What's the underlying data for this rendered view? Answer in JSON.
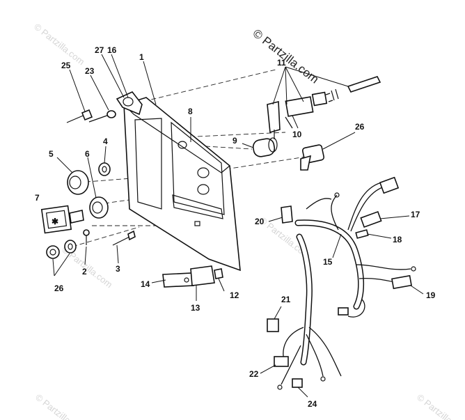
{
  "watermark": {
    "brand": "© Partzilla.com",
    "repeat": "© Partzilla.com"
  },
  "callouts": {
    "c1": "1",
    "c2": "2",
    "c3": "3",
    "c4": "4",
    "c5": "5",
    "c6": "6",
    "c7": "7",
    "c8": "8",
    "c9": "9",
    "c10": "10",
    "c11": "11",
    "c12": "12",
    "c13": "13",
    "c14": "14",
    "c15": "15",
    "c16": "16",
    "c17": "17",
    "c18": "18",
    "c19": "19",
    "c20": "20",
    "c21": "21",
    "c22": "22",
    "c23": "23",
    "c24": "24",
    "c25": "25",
    "c26a": "26",
    "c26b": "26",
    "c27": "27"
  }
}
